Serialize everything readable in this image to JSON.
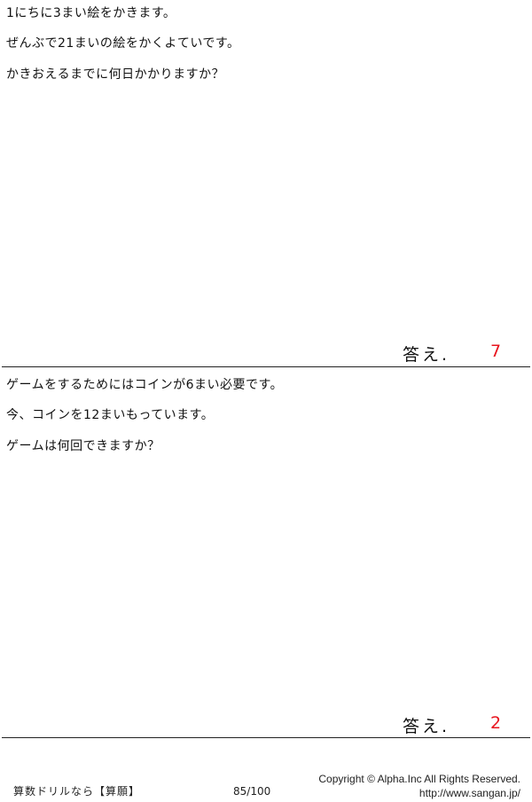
{
  "problems": [
    {
      "lines": [
        "1にちに3まい絵をかきます。",
        "ぜんぶで21まいの絵をかくよていです。",
        "かきおえるまでに何日かかりますか？"
      ],
      "answer_label": "答え.",
      "answer_value": "7"
    },
    {
      "lines": [
        "ゲームをするためにはコインが6まい必要です。",
        "今、コインを12まいもっています。",
        "ゲームは何回できますか？"
      ],
      "answer_label": "答え.",
      "answer_value": "2"
    }
  ],
  "footer": {
    "title": "算数ドリルなら【算願】",
    "page": "85/100",
    "copyright": "Copyright ©  Alpha.Inc All Rights Reserved.",
    "url": "http://www.sangan.jp/"
  },
  "colors": {
    "answer": "#e8141e",
    "text": "#111111"
  }
}
